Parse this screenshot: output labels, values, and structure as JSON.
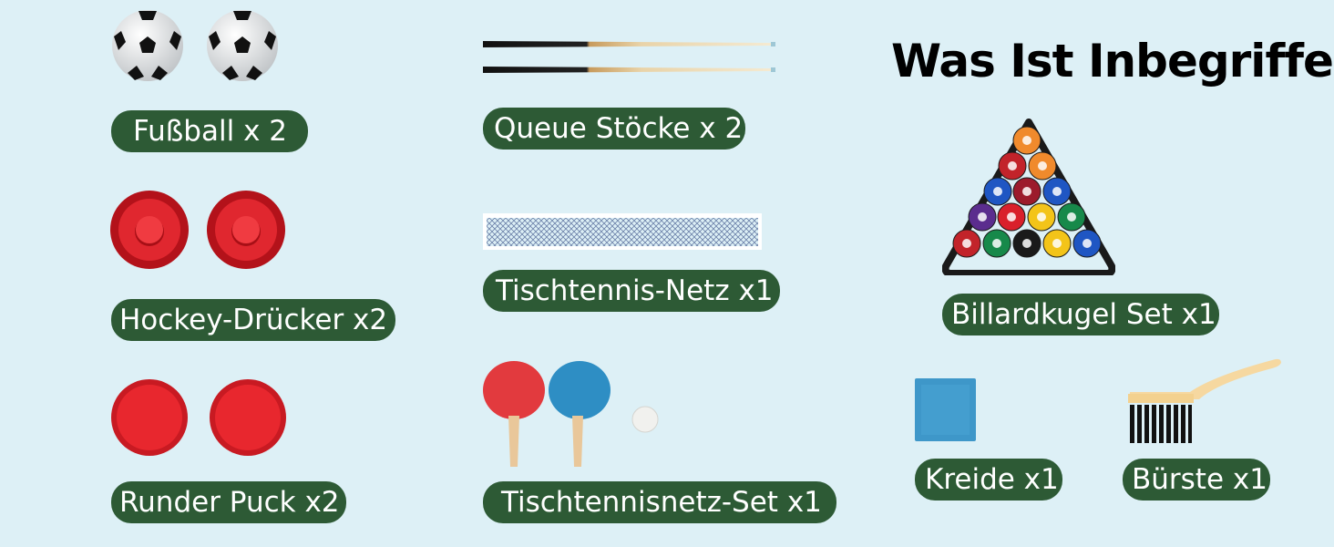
{
  "heading": "Was Ist Inbegriffen",
  "items": [
    {
      "label": "Fußball x 2",
      "icon": "soccer-ball-icon"
    },
    {
      "label": "Queue Stöcke x 2",
      "icon": "cue-stick-icon"
    },
    {
      "label": "Hockey-Drücker x2",
      "icon": "hockey-pusher-icon"
    },
    {
      "label": "Tischtennis-Netz x1",
      "icon": "table-tennis-net-icon"
    },
    {
      "label": "Runder Puck x2",
      "icon": "puck-icon"
    },
    {
      "label": "Tischtennisnetz-Set x1",
      "icon": "paddle-set-icon"
    },
    {
      "label": "Billardkugel Set x1",
      "icon": "billiard-rack-icon"
    },
    {
      "label": "Kreide x1",
      "icon": "chalk-icon"
    },
    {
      "label": "Bürste x1",
      "icon": "brush-icon"
    }
  ],
  "colors": {
    "background": "#ddf0f6",
    "pill": "#2d5a35",
    "label_text": "#ffffff"
  }
}
